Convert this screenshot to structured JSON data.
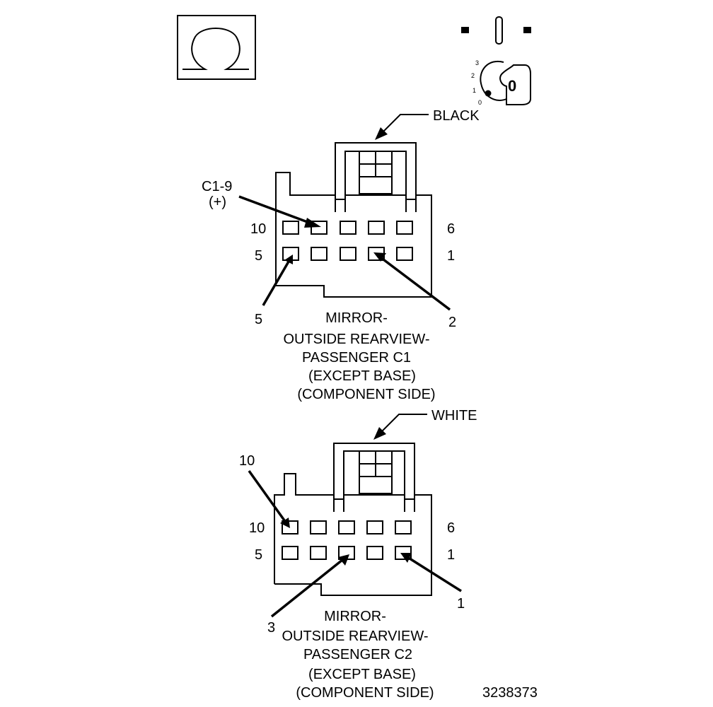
{
  "connector_c1": {
    "color_label": "BLACK",
    "callout_top": "C1-9",
    "callout_top_sub": "(+)",
    "row_top_left": "10",
    "row_top_right": "6",
    "row_bottom_left": "5",
    "row_bottom_right": "1",
    "callout_left": "5",
    "callout_right": "2",
    "caption": [
      "MIRROR-",
      "OUTSIDE REARVIEW-",
      "PASSENGER C1",
      "(EXCEPT BASE)",
      "(COMPONENT SIDE)"
    ]
  },
  "connector_c2": {
    "color_label": "WHITE",
    "callout_top": "10",
    "row_top_left": "10",
    "row_top_right": "6",
    "row_bottom_left": "5",
    "row_bottom_right": "1",
    "callout_left": "3",
    "callout_right": "1",
    "caption": [
      "MIRROR-",
      "OUTSIDE REARVIEW-",
      "PASSENGER C2",
      "(EXCEPT BASE)",
      "(COMPONENT SIDE)"
    ]
  },
  "ignition": {
    "key_label": "0",
    "scale": [
      "3",
      "2",
      "1",
      "0"
    ]
  },
  "figure_number": "3238373",
  "icons": {
    "symbol": "ohm-icon",
    "ignition": "ignition-key-icon"
  }
}
